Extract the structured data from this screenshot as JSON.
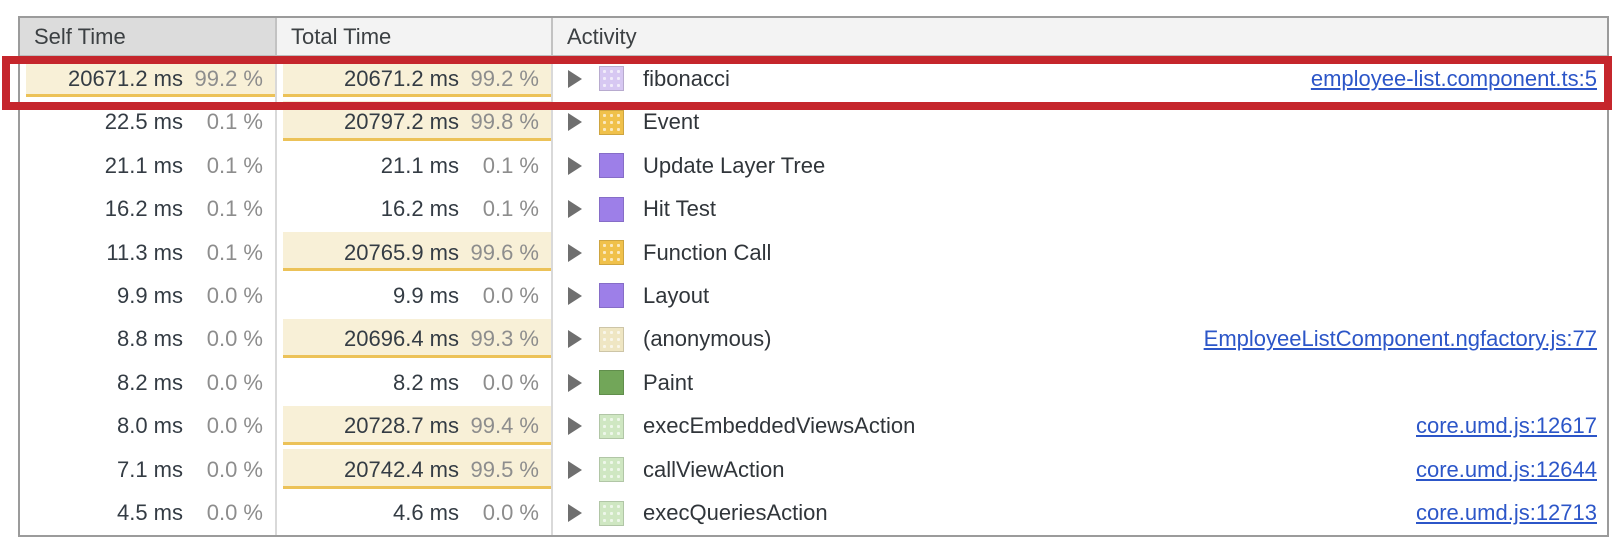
{
  "header": {
    "self": "Self Time",
    "total": "Total Time",
    "activity": "Activity"
  },
  "rows": [
    {
      "self_time": "20671.2 ms",
      "self_pct": "99.2 %",
      "self_bar": true,
      "total_time": "20671.2 ms",
      "total_pct": "99.2 %",
      "total_bar": true,
      "activity": "fibonacci",
      "swatch_color": "#d7c8f2",
      "swatch_textured": true,
      "link": "employee-list.component.ts:5"
    },
    {
      "self_time": "22.5 ms",
      "self_pct": "0.1 %",
      "self_bar": false,
      "total_time": "20797.2 ms",
      "total_pct": "99.8 %",
      "total_bar": true,
      "activity": "Event",
      "swatch_color": "#f0c14b",
      "swatch_textured": true,
      "link": ""
    },
    {
      "self_time": "21.1 ms",
      "self_pct": "0.1 %",
      "self_bar": false,
      "total_time": "21.1 ms",
      "total_pct": "0.1 %",
      "total_bar": false,
      "activity": "Update Layer Tree",
      "swatch_color": "#9d7fe8",
      "swatch_textured": false,
      "link": ""
    },
    {
      "self_time": "16.2 ms",
      "self_pct": "0.1 %",
      "self_bar": false,
      "total_time": "16.2 ms",
      "total_pct": "0.1 %",
      "total_bar": false,
      "activity": "Hit Test",
      "swatch_color": "#9d7fe8",
      "swatch_textured": false,
      "link": ""
    },
    {
      "self_time": "11.3 ms",
      "self_pct": "0.1 %",
      "self_bar": false,
      "total_time": "20765.9 ms",
      "total_pct": "99.6 %",
      "total_bar": true,
      "activity": "Function Call",
      "swatch_color": "#f0c14b",
      "swatch_textured": true,
      "link": ""
    },
    {
      "self_time": "9.9 ms",
      "self_pct": "0.0 %",
      "self_bar": false,
      "total_time": "9.9 ms",
      "total_pct": "0.0 %",
      "total_bar": false,
      "activity": "Layout",
      "swatch_color": "#9d7fe8",
      "swatch_textured": false,
      "link": ""
    },
    {
      "self_time": "8.8 ms",
      "self_pct": "0.0 %",
      "self_bar": false,
      "total_time": "20696.4 ms",
      "total_pct": "99.3 %",
      "total_bar": true,
      "activity": "(anonymous)",
      "swatch_color": "#efe6c3",
      "swatch_textured": true,
      "link": "EmployeeListComponent.ngfactory.js:77"
    },
    {
      "self_time": "8.2 ms",
      "self_pct": "0.0 %",
      "self_bar": false,
      "total_time": "8.2 ms",
      "total_pct": "0.0 %",
      "total_bar": false,
      "activity": "Paint",
      "swatch_color": "#72a659",
      "swatch_textured": false,
      "link": ""
    },
    {
      "self_time": "8.0 ms",
      "self_pct": "0.0 %",
      "self_bar": false,
      "total_time": "20728.7 ms",
      "total_pct": "99.4 %",
      "total_bar": true,
      "activity": "execEmbeddedViewsAction",
      "swatch_color": "#cfe7c2",
      "swatch_textured": true,
      "link": "core.umd.js:12617"
    },
    {
      "self_time": "7.1 ms",
      "self_pct": "0.0 %",
      "self_bar": false,
      "total_time": "20742.4 ms",
      "total_pct": "99.5 %",
      "total_bar": true,
      "activity": "callViewAction",
      "swatch_color": "#cfe7c2",
      "swatch_textured": true,
      "link": "core.umd.js:12644"
    },
    {
      "self_time": "4.5 ms",
      "self_pct": "0.0 %",
      "self_bar": false,
      "total_time": "4.6 ms",
      "total_pct": "0.0 %",
      "total_bar": false,
      "activity": "execQueriesAction",
      "swatch_color": "#cfe7c2",
      "swatch_textured": true,
      "link": "core.umd.js:12713"
    }
  ],
  "annotation": {
    "row_index": 0,
    "color": "#c5262c"
  },
  "colors": {
    "highlight_bg": "#f8f0d7",
    "highlight_border": "#ecc258",
    "link": "#2c56c8",
    "header_bg": "#f3f3f3",
    "sorted_header_bg": "#dcdcdc"
  }
}
